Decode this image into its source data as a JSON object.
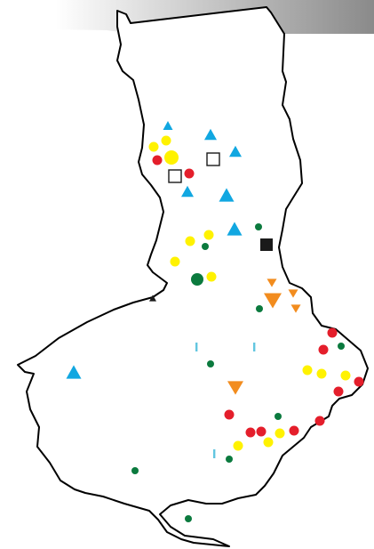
{
  "map": {
    "background": "#ffffff",
    "outline_color": "#000000",
    "header_banner": {
      "gradient_start": "#ffffff",
      "gradient_end": "#8a8a8a"
    },
    "symbol_colors": {
      "blue": "#11a7e1",
      "yellow": "#fff200",
      "red": "#e41e2b",
      "green": "#0b7a3e",
      "orange": "#f28c1e",
      "black": "#1a1a1a",
      "white": "#ffffff",
      "cyan": "#62c6e0"
    },
    "symbol_icons": {
      "blue": "triangle-up",
      "yellow": "circle",
      "red": "circle",
      "green": "circle",
      "orange": "triangle-down",
      "black": "square-or-triangle",
      "white": "square-outline",
      "cyan": "tick-mark"
    }
  }
}
